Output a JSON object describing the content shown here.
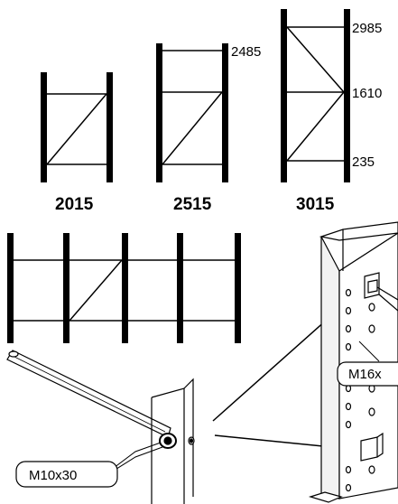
{
  "frames": [
    {
      "id": "2015",
      "title": "2015"
    },
    {
      "id": "2515",
      "title": "2515",
      "heights": [
        "2485"
      ]
    },
    {
      "id": "3015",
      "title": "3015",
      "heights": [
        "2985",
        "1610",
        "235"
      ]
    }
  ],
  "callouts": {
    "m10": "M10x30",
    "m16": "M16x"
  },
  "colors": {
    "line": "#000000",
    "post": "#000000",
    "background": "#ffffff",
    "detail_fill": "#f2f2f2"
  }
}
